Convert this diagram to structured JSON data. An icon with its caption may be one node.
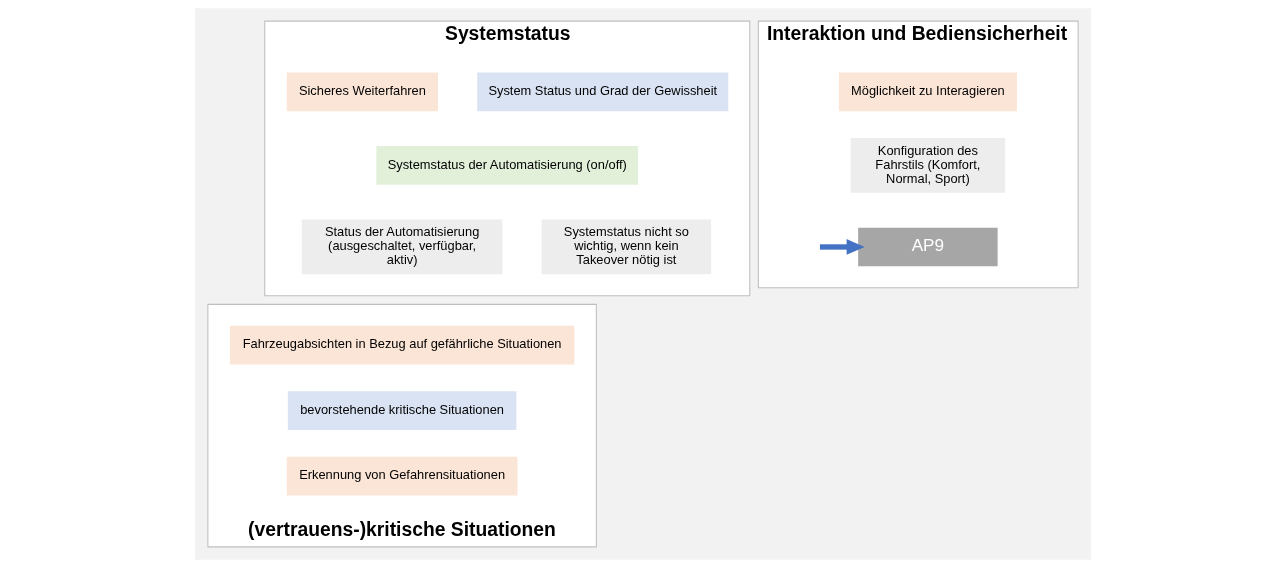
{
  "diagram": {
    "nodes": [
      {
        "text": [
          "Systemstatus"
        ]
      },
      {
        "text": [
          "Sicheres Weiterfahren"
        ],
        "in": 0
      },
      {
        "text": [
          "System Status und Grad der Gewissheit"
        ],
        "in": 0
      },
      {
        "text": [
          "Systemstatus der Automatisierung (on/off)"
        ],
        "in": 0
      },
      {
        "text": [
          "Status der Automatisierung (ausgeschaltet, verfügbar, aktiv)"
        ],
        "in": 0
      },
      {
        "text": [
          "Systemstatus nicht so wichtig, wenn kein Takeover nötig ist"
        ],
        "in": 0
      },
      {
        "text": [
          "Interaktion und Bediensicherheit"
        ]
      },
      {
        "text": [
          "Möglichkeit zu Interagieren"
        ],
        "in": 6
      },
      {
        "text": [
          "Konfiguration des Fahrstils (Komfort, Normal, Sport)"
        ],
        "in": 6
      },
      {
        "text": [
          "AP9"
        ],
        "in": 6
      },
      {
        "text": [
          "(vertrauens-)kritische Situationen"
        ]
      },
      {
        "text": [
          "Fahrzeugabsichten in Bezug auf gefährliche Situationen"
        ],
        "in": 10
      },
      {
        "text": [
          "bevorstehende kritische Situationen"
        ],
        "in": 10
      },
      {
        "text": [
          "Erkennung von Gefahrensituationen"
        ],
        "in": 10
      }
    ],
    "edges": [
      {
        "from": null,
        "to": 9,
        "arrow": "to"
      }
    ]
  }
}
